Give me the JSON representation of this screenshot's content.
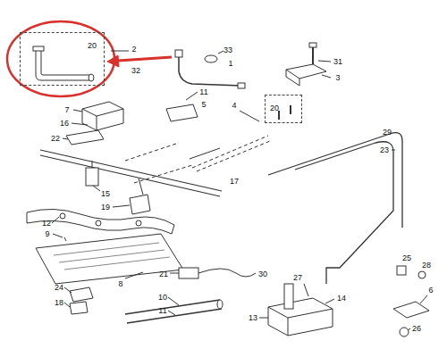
{
  "diagram": {
    "nodes": [
      {
        "text": [
          "20"
        ]
      },
      {
        "text": [
          "20"
        ]
      }
    ],
    "labels": [
      "2",
      "33",
      "1",
      "31",
      "3",
      "32",
      "11",
      "5",
      "4",
      "7",
      "16",
      "22",
      "29",
      "23",
      "17",
      "15",
      "19",
      "12",
      "9",
      "8",
      "21",
      "30",
      "24",
      "18",
      "10",
      "11",
      "27",
      "14",
      "13",
      "25",
      "28",
      "6",
      "26"
    ]
  }
}
